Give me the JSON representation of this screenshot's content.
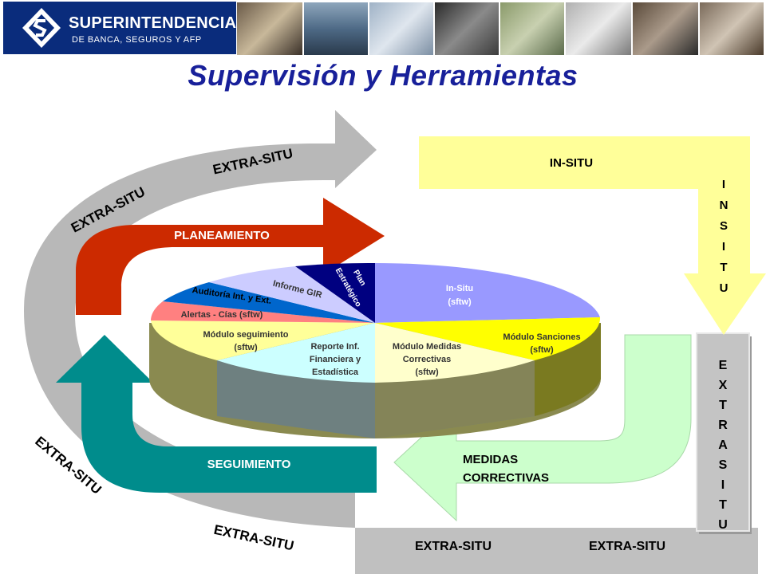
{
  "banner": {
    "logo_line1": "SUPERINTENDENCIA",
    "logo_line2": "DE BANCA, SEGUROS Y AFP"
  },
  "title": "Supervisión y Herramientas",
  "colors": {
    "title": "#18209a",
    "logo_bg": "#0a2c7c",
    "extra_situ_band": "#b8b8b8",
    "planeamiento": "#cc2a00",
    "seguimiento": "#008c8c",
    "in_situ": "#ffff99",
    "medidas": "#ccffcc"
  },
  "flows": {
    "planeamiento": "PLANEAMIENTO",
    "seguimiento": "SEGUIMIENTO",
    "medidas_line1": "MEDIDAS",
    "medidas_line2": "CORRECTIVAS",
    "in_situ": "IN-SITU",
    "in_situ_vertical": [
      "I",
      "N",
      "S",
      "I",
      "T",
      "U"
    ],
    "extra_situ_vertical": [
      "E",
      "X",
      "T",
      "R",
      "A",
      "S",
      "I",
      "T",
      "U"
    ]
  },
  "extra_situ_labels": [
    "EXTRA-SITU",
    "EXTRA-SITU",
    "EXTRA-SITU",
    "EXTRA-SITU",
    "EXTRA-SITU",
    "EXTRA-SITU"
  ],
  "pie": {
    "plan_estrategico_line1": "Plan",
    "plan_estrategico_line2": "Estratégico",
    "informe_gir": "Informe GIR",
    "auditoria": "Auditoría Int. y Ext.",
    "alertas": "Alertas - Cías (sftw)",
    "seguimiento_line1": "Módulo seguimiento",
    "seguimiento_line2": "(sftw)",
    "reporte_line1": "Reporte Inf.",
    "reporte_line2": "Financiera y",
    "reporte_line3": "Estadística",
    "medidas_line1": "Módulo Medidas",
    "medidas_line2": "Correctivas",
    "medidas_line3": "(sftw)",
    "sanciones_line1": "Módulo Sanciones",
    "sanciones_line2": "(sftw)",
    "insitu_line1": "In-Situ",
    "insitu_line2": "(sftw)"
  }
}
